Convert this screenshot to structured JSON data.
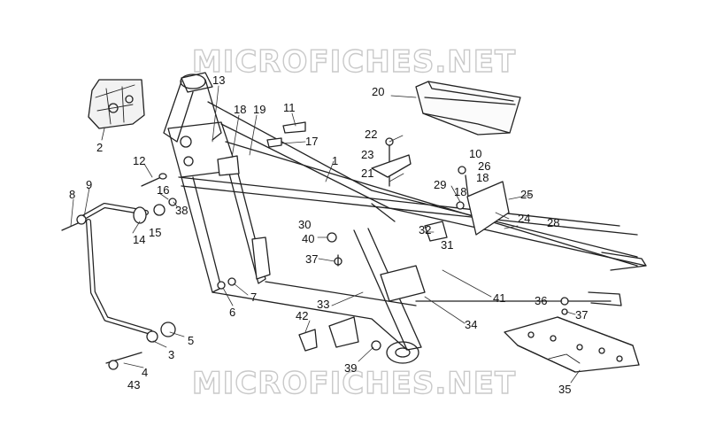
{
  "watermark_top": "MICROFICHES.NET",
  "watermark_bottom": "MICROFICHES.NET",
  "callouts": [
    {
      "id": "c1",
      "text": "1"
    },
    {
      "id": "c2",
      "text": "2"
    },
    {
      "id": "c3",
      "text": "3"
    },
    {
      "id": "c4",
      "text": "4"
    },
    {
      "id": "c5",
      "text": "5"
    },
    {
      "id": "c6",
      "text": "6"
    },
    {
      "id": "c7",
      "text": "7"
    },
    {
      "id": "c8",
      "text": "8"
    },
    {
      "id": "c9",
      "text": "9"
    },
    {
      "id": "c10",
      "text": "10"
    },
    {
      "id": "c11",
      "text": "11"
    },
    {
      "id": "c12",
      "text": "12"
    },
    {
      "id": "c13",
      "text": "13"
    },
    {
      "id": "c14",
      "text": "14"
    },
    {
      "id": "c15",
      "text": "15"
    },
    {
      "id": "c16",
      "text": "16"
    },
    {
      "id": "c17",
      "text": "17"
    },
    {
      "id": "c18a",
      "text": "18"
    },
    {
      "id": "c18b",
      "text": "18"
    },
    {
      "id": "c18c",
      "text": "18"
    },
    {
      "id": "c19",
      "text": "19"
    },
    {
      "id": "c20",
      "text": "20"
    },
    {
      "id": "c21",
      "text": "21"
    },
    {
      "id": "c22",
      "text": "22"
    },
    {
      "id": "c23",
      "text": "23"
    },
    {
      "id": "c24",
      "text": "24"
    },
    {
      "id": "c25",
      "text": "25"
    },
    {
      "id": "c26",
      "text": "26"
    },
    {
      "id": "c28",
      "text": "28"
    },
    {
      "id": "c29",
      "text": "29"
    },
    {
      "id": "c30",
      "text": "30"
    },
    {
      "id": "c31",
      "text": "31"
    },
    {
      "id": "c32",
      "text": "32"
    },
    {
      "id": "c33",
      "text": "33"
    },
    {
      "id": "c34",
      "text": "34"
    },
    {
      "id": "c35",
      "text": "35"
    },
    {
      "id": "c36",
      "text": "36"
    },
    {
      "id": "c37a",
      "text": "37"
    },
    {
      "id": "c37b",
      "text": "37"
    },
    {
      "id": "c38",
      "text": "38"
    },
    {
      "id": "c39",
      "text": "39"
    },
    {
      "id": "c40",
      "text": "40"
    },
    {
      "id": "c41",
      "text": "41"
    },
    {
      "id": "c42",
      "text": "42"
    },
    {
      "id": "c43",
      "text": "43"
    }
  ]
}
